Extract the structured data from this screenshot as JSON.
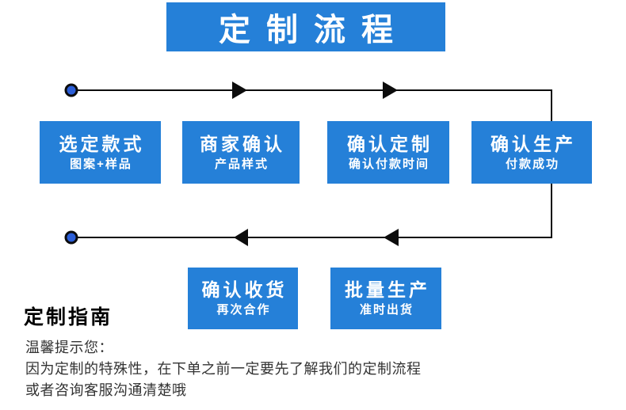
{
  "banner": {
    "title": "定制流程",
    "bg_color": "#2580d8",
    "text_color": "#ffffff"
  },
  "flow": {
    "box_bg_color": "#2580d8",
    "line_color": "#0c0c0c",
    "dot_color": "#2b5ed7",
    "top_row_boxes": [
      {
        "title": "选定款式",
        "subtitle": "图案+样品"
      },
      {
        "title": "商家确认",
        "subtitle": "产品样式"
      },
      {
        "title": "确认定制",
        "subtitle": "确认付款时间"
      },
      {
        "title": "确认生产",
        "subtitle": "付款成功"
      }
    ],
    "bottom_row_boxes": [
      {
        "title": "确认收货",
        "subtitle": "再次合作"
      },
      {
        "title": "批量生产",
        "subtitle": "准时出货"
      }
    ]
  },
  "guide": {
    "heading": "定制指南",
    "tips": [
      "温馨提示您：",
      "因为定制的特殊性，在下单之前一定要先了解我们的定制流程",
      "或者咨询客服沟通清楚哦"
    ]
  }
}
